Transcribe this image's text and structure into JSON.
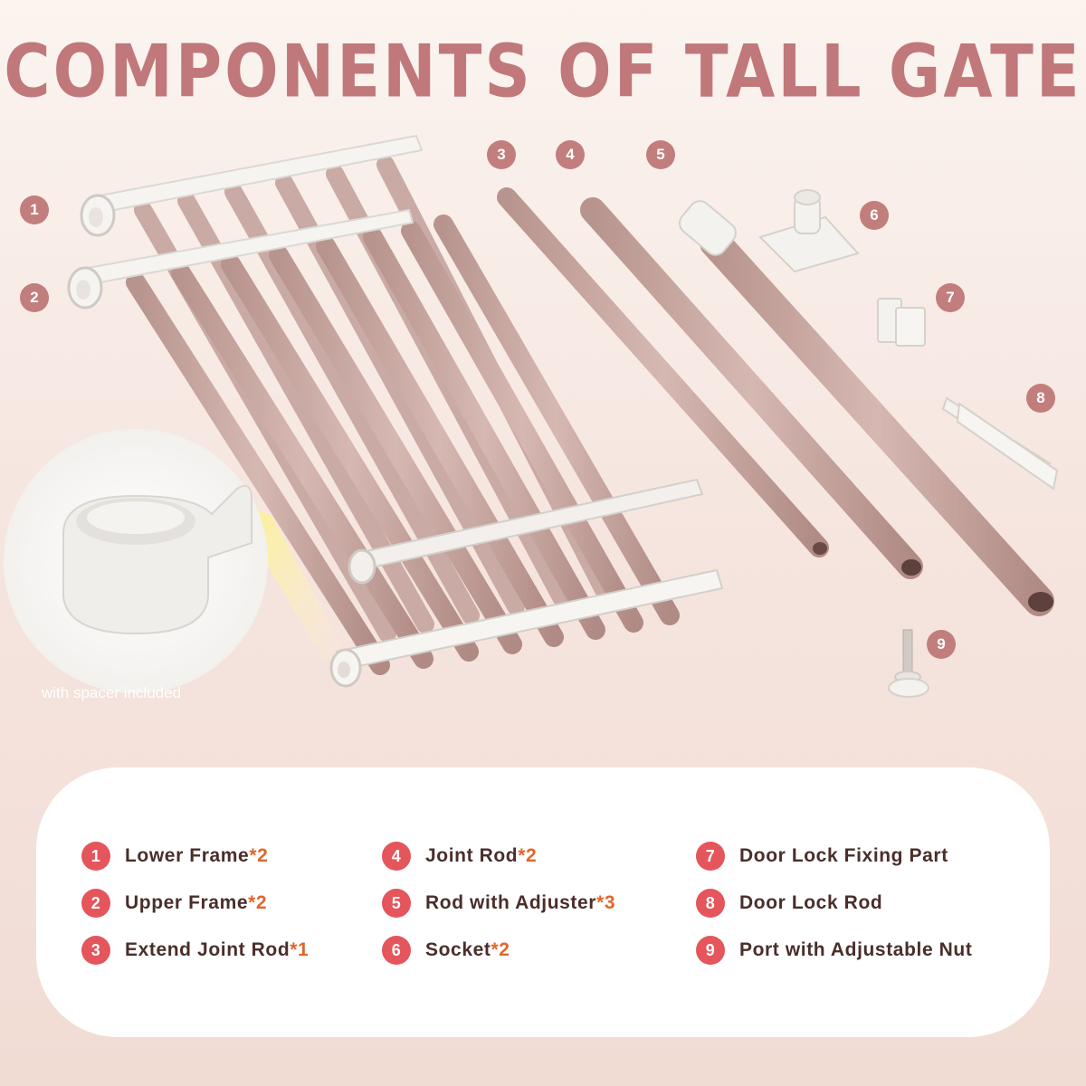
{
  "title": "COMPONENTS OF TALL GATE",
  "spacer_caption": "with spacer included",
  "badges": [
    "1",
    "2",
    "3",
    "4",
    "5",
    "6",
    "7",
    "8",
    "9"
  ],
  "legend": [
    {
      "num": "1",
      "label": "Lower Frame",
      "qty": "*2"
    },
    {
      "num": "2",
      "label": "Upper Frame",
      "qty": "*2"
    },
    {
      "num": "3",
      "label": "Extend Joint Rod",
      "qty": "*1"
    },
    {
      "num": "4",
      "label": "Joint Rod",
      "qty": "*2"
    },
    {
      "num": "5",
      "label": "Rod with Adjuster",
      "qty": "*3"
    },
    {
      "num": "6",
      "label": "Socket",
      "qty": "*2"
    },
    {
      "num": "7",
      "label": "Door Lock Fixing Part",
      "qty": ""
    },
    {
      "num": "8",
      "label": "Door Lock Rod",
      "qty": ""
    },
    {
      "num": "9",
      "label": "Port with Adjustable Nut",
      "qty": ""
    }
  ],
  "colors": {
    "title": "#c0787a",
    "badge": "#c27d7d",
    "legend_num": "#e4555c",
    "legend_text": "#4a2e2a",
    "legend_qty": "#e0662a",
    "rod": "#c9a8a2",
    "frame": "#f4f2ef"
  }
}
